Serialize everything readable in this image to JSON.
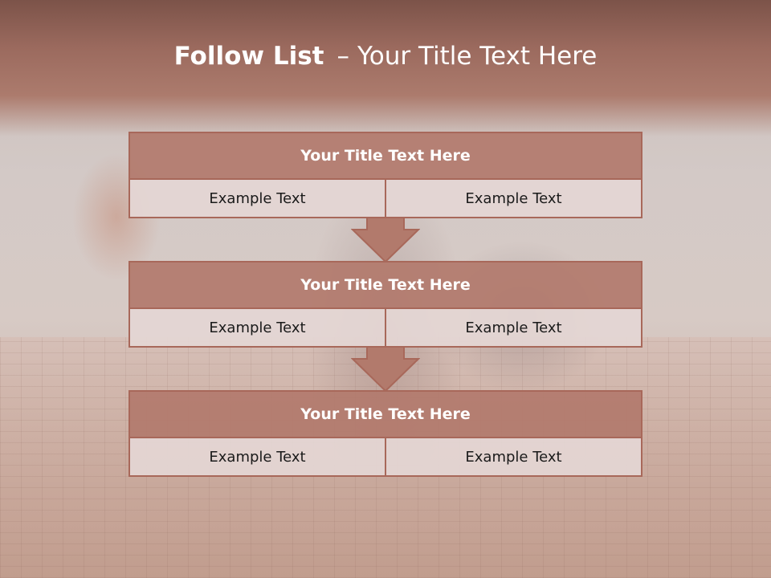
{
  "title": {
    "bold": "Follow List",
    "dash": "–",
    "rest": "Your Title Text Here"
  },
  "blocks": [
    {
      "title": "Your Title Text Here",
      "left": "Example Text",
      "right": "Example Text"
    },
    {
      "title": "Your Title Text Here",
      "left": "Example Text",
      "right": "Example Text"
    },
    {
      "title": "Your Title Text Here",
      "left": "Example Text",
      "right": "Example Text"
    }
  ],
  "colors": {
    "header": "#9b6a5e",
    "block_title": "#b27a6c",
    "border": "#a8685a",
    "cell": "#e4d6d4"
  },
  "icons": [
    "down-arrow-icon",
    "down-arrow-icon"
  ]
}
